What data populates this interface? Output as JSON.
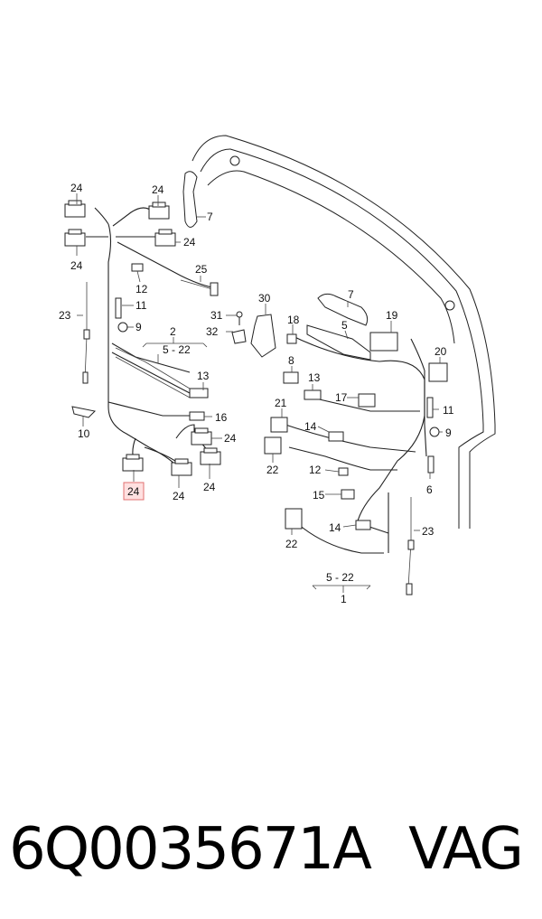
{
  "diagram": {
    "callouts": {
      "c1": "1",
      "c2": "2",
      "c5a": "5",
      "c5_22a": "5 - 22",
      "c5_22b": "5 - 22",
      "c6": "6",
      "c7a": "7",
      "c7b": "7",
      "c8": "8",
      "c9a": "9",
      "c9b": "9",
      "c10": "10",
      "c11a": "11",
      "c11b": "11",
      "c12a": "12",
      "c12b": "12",
      "c13a": "13",
      "c13b": "13",
      "c14a": "14",
      "c14b": "14",
      "c15": "15",
      "c16": "16",
      "c17": "17",
      "c18": "18",
      "c19": "19",
      "c20": "20",
      "c21": "21",
      "c22a": "22",
      "c22b": "22",
      "c23a": "23",
      "c23b": "23",
      "c24a": "24",
      "c24b": "24",
      "c24c": "24",
      "c24d": "24",
      "c24e": "24",
      "c24f": "24",
      "c24g": "24",
      "c24h": "24",
      "c25": "25",
      "c30": "30",
      "c31": "31",
      "c32": "32"
    }
  },
  "caption": {
    "part_number": "6Q0035671A",
    "brand": "VAG"
  },
  "colors": {
    "line": "#222222",
    "highlight_fill": "#ffe0e0",
    "highlight_border": "#e07070"
  }
}
